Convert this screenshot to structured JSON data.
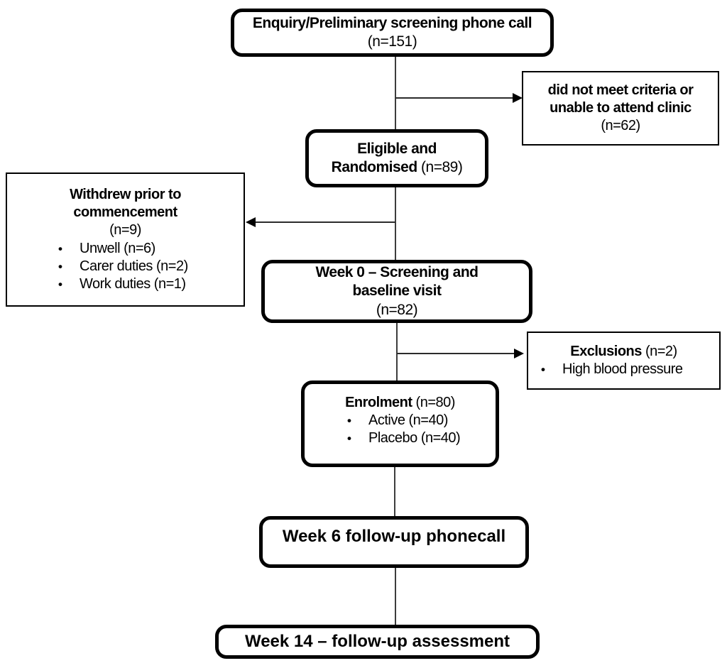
{
  "colors": {
    "border": "#000000",
    "text": "#000000",
    "connector": "#3d3d3d",
    "background": "#ffffff"
  },
  "bullet_char": "•",
  "nodes": {
    "enquiry": {
      "line1": "Enquiry/Preliminary screening phone call",
      "line2": "(n=151)"
    },
    "not_meet": {
      "line1": "did not meet criteria or",
      "line2": "unable to attend clinic",
      "line3": "(n=62)"
    },
    "eligible": {
      "line1": "Eligible and",
      "line2_bold": "Randomised",
      "line2_regular": "(n=89)"
    },
    "withdrew": {
      "line1": "Withdrew prior to",
      "line2": "commencement",
      "line3": "(n=9)",
      "bullets": [
        "Unwell (n=6)",
        "Carer duties (n=2)",
        "Work duties (n=1)"
      ]
    },
    "week0": {
      "line1": "Week 0 – Screening and",
      "line2": "baseline visit",
      "line3": "(n=82)"
    },
    "exclusions": {
      "title_bold": "Exclusions",
      "title_regular": "(n=2)",
      "bullets": [
        "High blood pressure"
      ]
    },
    "enrolment": {
      "title_bold": "Enrolment",
      "title_regular": "(n=80)",
      "bullets": [
        "Active (n=40)",
        "Placebo (n=40)"
      ]
    },
    "week6": {
      "line1": "Week 6 follow-up phonecall"
    },
    "week14": {
      "line1": "Week 14 – follow-up assessment"
    }
  }
}
